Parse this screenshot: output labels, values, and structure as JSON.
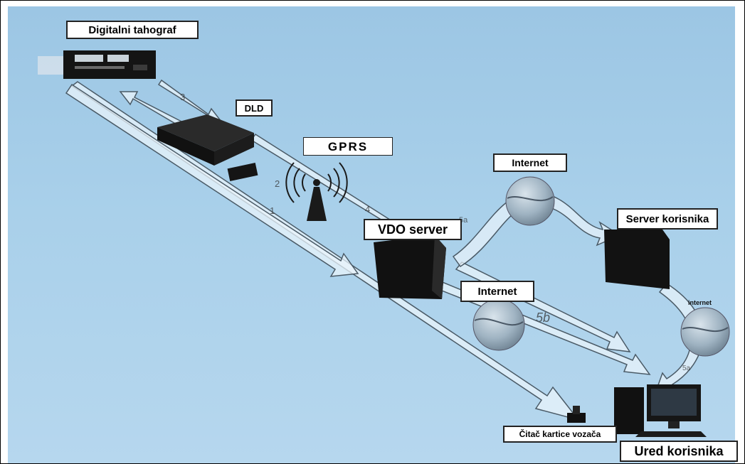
{
  "labels": {
    "tachograph": "Digitalni tahograf",
    "dld": "DLD",
    "gprs": "GPRS",
    "internet_top": "Internet",
    "vdo_server": "VDO server",
    "server_korisnika": "Server korisnika",
    "internet_mid": "Internet",
    "internet_small": "internet",
    "card_reader": "Čitač kartice vozača",
    "ured_korisnika": "Ured korisnika"
  },
  "arrow_tags": {
    "a1": "1",
    "a2": "2",
    "a3": "3",
    "a4": "4",
    "a5a_top": "5a",
    "a5b": "5b",
    "a5a_right": "5a"
  },
  "colors": {
    "background": "#a9d0ea",
    "arrow_fill": "#eaf4fb",
    "arrow_stroke": "#4a5a66",
    "device_dark": "#141414",
    "globe": "#8fa4b4",
    "label_border": "#222222"
  }
}
